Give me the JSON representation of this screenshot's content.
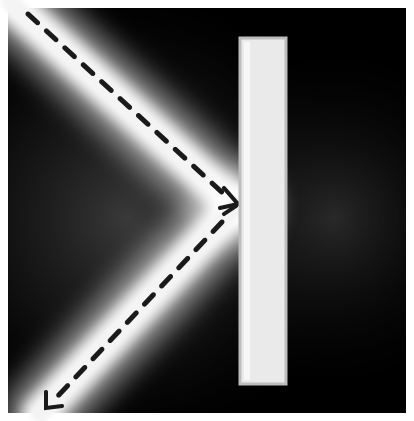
{
  "scene": {
    "description_colors": {
      "background": "#000000",
      "beam_glow": "#ffffff",
      "beam_core": "#e6e6e6",
      "ray_dash": "#1a1a1a",
      "mirror_fill": "#eaeaea",
      "mirror_edge": "#bdbdbd",
      "frame": "#ffffff"
    },
    "elements": {
      "incident_beam": "incident-beam",
      "reflected_beam": "reflected-beam",
      "mirror": "mirror-plate",
      "arrowheads": [
        "arrowhead-at-mirror",
        "arrowhead-outgoing"
      ]
    }
  }
}
